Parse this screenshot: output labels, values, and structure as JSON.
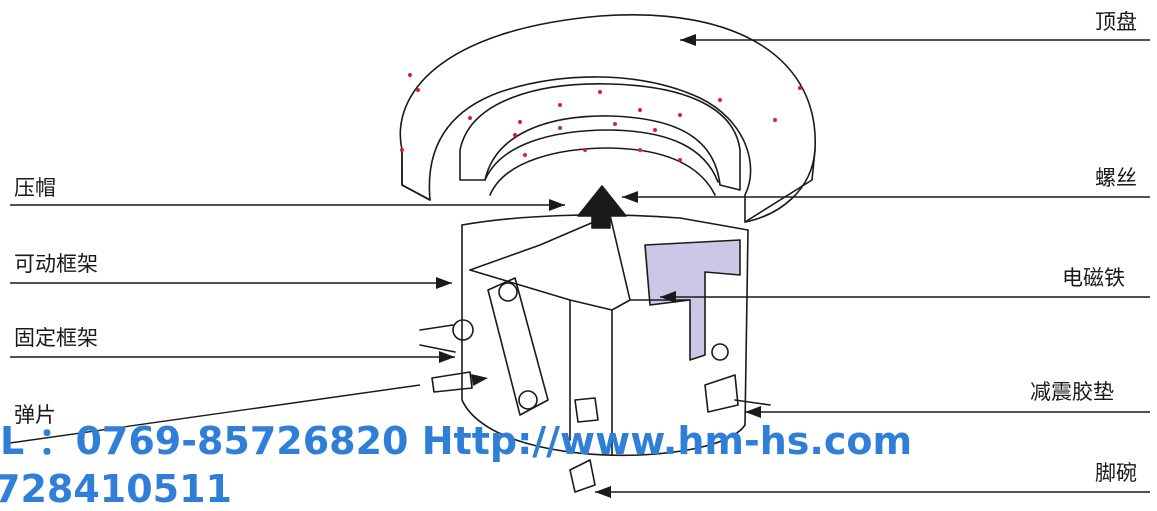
{
  "labels_right": {
    "top_plate": "顶盘",
    "screw": "螺丝",
    "electromagnet": "电磁铁",
    "damping_pad": "减震胶垫",
    "foot_bowl": "脚碗"
  },
  "labels_left": {
    "press_cap": "压帽",
    "movable_frame": "可动框架",
    "fixed_frame": "固定框架",
    "spring_plate": "弹片"
  },
  "watermark": {
    "contact_line": "L ：0769-85726820   Http://www.hm-hs.com",
    "phone_line": "728410511"
  },
  "colors": {
    "line": "#1a1a1a",
    "highlight_red": "#e0202a",
    "magnet_fill": "#cdc6e6",
    "watermark_blue": "#2f7fd8"
  }
}
